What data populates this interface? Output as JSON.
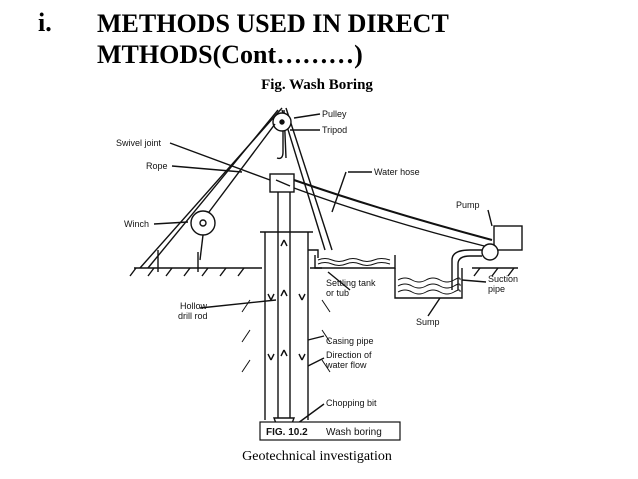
{
  "slide": {
    "bullet": "i.",
    "title_line1": "METHODS USED IN DIRECT",
    "title_line2": "MTHODS(Cont………)",
    "fig_caption": "Fig. Wash Boring",
    "footer": "Geotechnical investigation"
  },
  "diagram": {
    "labels": {
      "pulley": "Pulley",
      "tripod": "Tripod",
      "swivel_joint": "Swivel joint",
      "rope": "Rope",
      "water_hose": "Water hose",
      "pump": "Pump",
      "winch": "Winch",
      "settling_tank_1": "Settling tank",
      "settling_tank_2": "or tub",
      "suction_1": "Suction",
      "suction_2": "pipe",
      "hollow_1": "Hollow",
      "hollow_2": "drill rod",
      "sump": "Sump",
      "casing_pipe": "Casing pipe",
      "direction_1": "Direction of",
      "direction_2": "water flow",
      "chopping_bit": "Chopping bit",
      "fig_number": "FIG. 10.2",
      "fig_title": "Wash boring"
    }
  }
}
